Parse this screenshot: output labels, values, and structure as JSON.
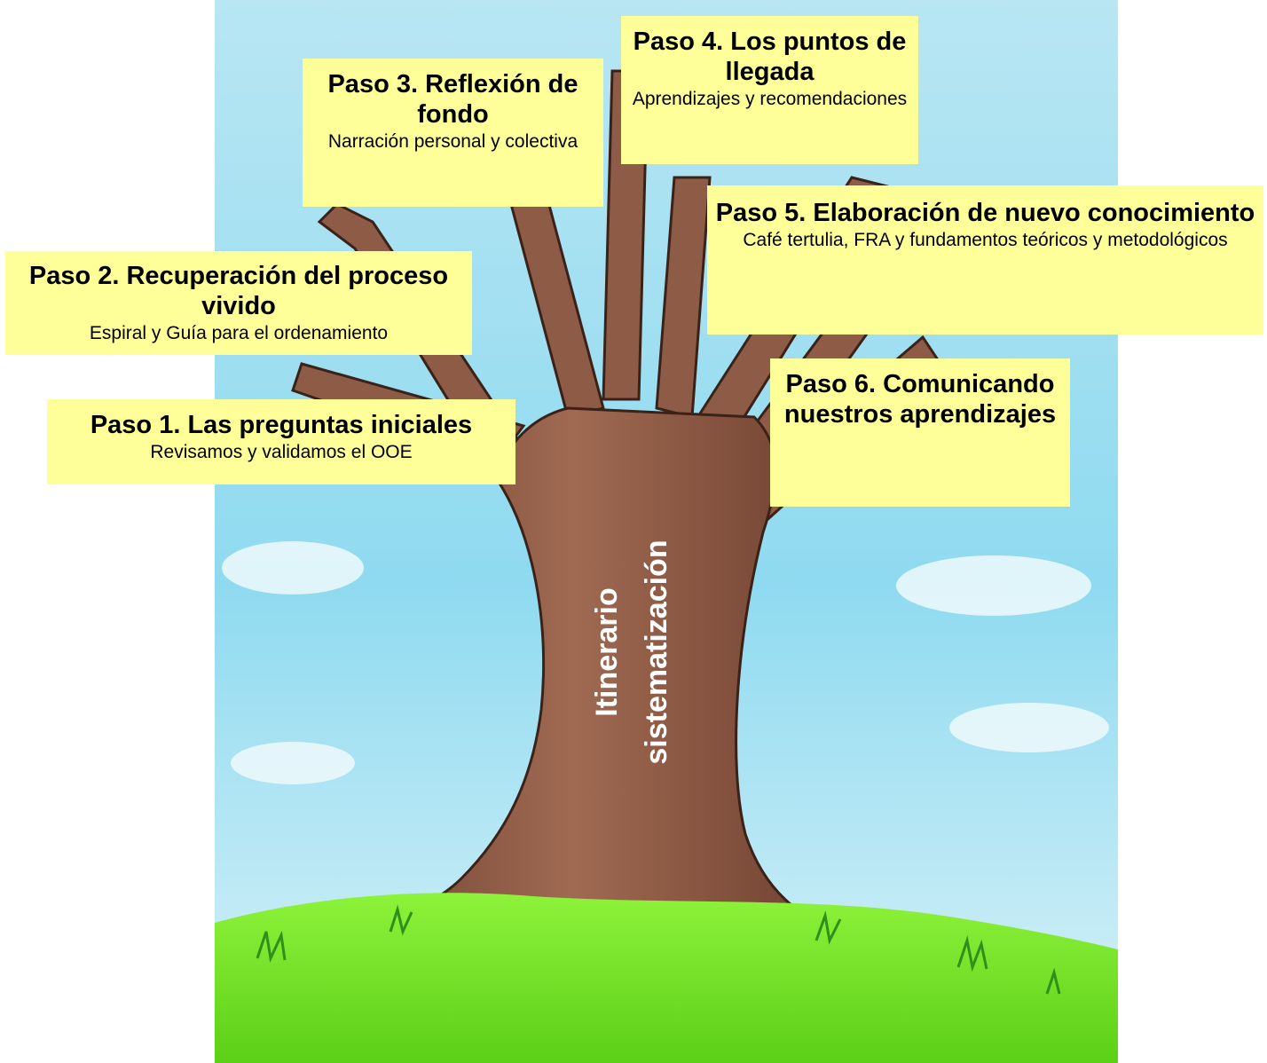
{
  "steps": [
    {
      "title": "Paso 1. Las preguntas iniciales",
      "subtitle": "Revisamos y validamos el OOE"
    },
    {
      "title": "Paso 2. Recuperación del proceso vivido",
      "subtitle": "Espiral y Guía para el ordenamiento"
    },
    {
      "title": "Paso 3. Reflexión de fondo",
      "subtitle": "Narración personal y colectiva"
    },
    {
      "title": "Paso 4. Los puntos de llegada",
      "subtitle": "Aprendizajes y recomendaciones"
    },
    {
      "title": "Paso 5. Elaboración de nuevo conocimiento",
      "subtitle": "Café tertulia, FRA y fundamentos teóricos y metodológicos"
    },
    {
      "title": "Paso 6. Comunicando nuestros aprendizajes",
      "subtitle": ""
    }
  ],
  "trunk_label": {
    "line1": "Itinerario",
    "line2": "sistematización"
  },
  "colors": {
    "sky": "#9fdcef",
    "grass": "#7ee62a",
    "trunk": "#8b5a44",
    "note": "#ffff99"
  }
}
